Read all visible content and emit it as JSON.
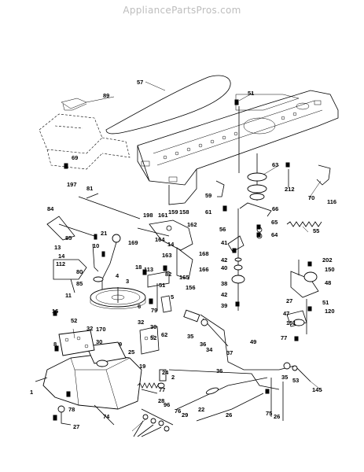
{
  "watermark": "AppliancePartsPros.com",
  "labels": [
    {
      "id": "89",
      "text": "89"
    },
    {
      "id": "57",
      "text": "57"
    },
    {
      "id": "51a",
      "text": "51"
    },
    {
      "id": "69",
      "text": "69"
    },
    {
      "id": "197",
      "text": "197"
    },
    {
      "id": "81",
      "text": "81"
    },
    {
      "id": "63",
      "text": "63"
    },
    {
      "id": "212",
      "text": "212"
    },
    {
      "id": "70",
      "text": "70"
    },
    {
      "id": "116",
      "text": "116"
    },
    {
      "id": "59",
      "text": "59"
    },
    {
      "id": "61",
      "text": "61"
    },
    {
      "id": "66",
      "text": "66"
    },
    {
      "id": "84",
      "text": "84"
    },
    {
      "id": "198",
      "text": "198"
    },
    {
      "id": "161",
      "text": "161"
    },
    {
      "id": "159",
      "text": "159"
    },
    {
      "id": "158",
      "text": "158"
    },
    {
      "id": "162",
      "text": "162"
    },
    {
      "id": "164",
      "text": "164"
    },
    {
      "id": "14a",
      "text": "14"
    },
    {
      "id": "56",
      "text": "56"
    },
    {
      "id": "65",
      "text": "65"
    },
    {
      "id": "64",
      "text": "64"
    },
    {
      "id": "55",
      "text": "55"
    },
    {
      "id": "85a",
      "text": "85"
    },
    {
      "id": "21",
      "text": "21"
    },
    {
      "id": "169",
      "text": "169"
    },
    {
      "id": "13",
      "text": "13"
    },
    {
      "id": "10",
      "text": "10"
    },
    {
      "id": "14b",
      "text": "14"
    },
    {
      "id": "112",
      "text": "112"
    },
    {
      "id": "80",
      "text": "80"
    },
    {
      "id": "85b",
      "text": "85"
    },
    {
      "id": "11",
      "text": "11"
    },
    {
      "id": "163",
      "text": "163"
    },
    {
      "id": "168",
      "text": "168"
    },
    {
      "id": "41",
      "text": "41"
    },
    {
      "id": "42a",
      "text": "42"
    },
    {
      "id": "40",
      "text": "40"
    },
    {
      "id": "165",
      "text": "165"
    },
    {
      "id": "166",
      "text": "166"
    },
    {
      "id": "113",
      "text": "113"
    },
    {
      "id": "18",
      "text": "18"
    },
    {
      "id": "4",
      "text": "4"
    },
    {
      "id": "82",
      "text": "82"
    },
    {
      "id": "156",
      "text": "156"
    },
    {
      "id": "38",
      "text": "38"
    },
    {
      "id": "42b",
      "text": "42"
    },
    {
      "id": "39",
      "text": "39"
    },
    {
      "id": "202",
      "text": "202"
    },
    {
      "id": "150",
      "text": "150"
    },
    {
      "id": "48",
      "text": "48"
    },
    {
      "id": "27a",
      "text": "27"
    },
    {
      "id": "3",
      "text": "3"
    },
    {
      "id": "6",
      "text": "6"
    },
    {
      "id": "51b",
      "text": "51"
    },
    {
      "id": "5",
      "text": "5"
    },
    {
      "id": "79",
      "text": "79"
    },
    {
      "id": "16",
      "text": "16"
    },
    {
      "id": "52a",
      "text": "52"
    },
    {
      "id": "32a",
      "text": "32"
    },
    {
      "id": "170",
      "text": "170"
    },
    {
      "id": "30a",
      "text": "30"
    },
    {
      "id": "32b",
      "text": "32"
    },
    {
      "id": "30b",
      "text": "30"
    },
    {
      "id": "52b",
      "text": "52"
    },
    {
      "id": "62",
      "text": "62"
    },
    {
      "id": "35a",
      "text": "35"
    },
    {
      "id": "36a",
      "text": "36"
    },
    {
      "id": "34",
      "text": "34"
    },
    {
      "id": "37",
      "text": "37"
    },
    {
      "id": "49",
      "text": "49"
    },
    {
      "id": "47",
      "text": "47"
    },
    {
      "id": "151",
      "text": "151"
    },
    {
      "id": "51c",
      "text": "51"
    },
    {
      "id": "120",
      "text": "120"
    },
    {
      "id": "77a",
      "text": "77"
    },
    {
      "id": "8",
      "text": "8"
    },
    {
      "id": "9",
      "text": "9"
    },
    {
      "id": "25",
      "text": "25"
    },
    {
      "id": "19",
      "text": "19"
    },
    {
      "id": "24",
      "text": "24"
    },
    {
      "id": "2",
      "text": "2"
    },
    {
      "id": "77b",
      "text": "77"
    },
    {
      "id": "28",
      "text": "28"
    },
    {
      "id": "36b",
      "text": "36"
    },
    {
      "id": "35b",
      "text": "35"
    },
    {
      "id": "53",
      "text": "53"
    },
    {
      "id": "145",
      "text": "145"
    },
    {
      "id": "1",
      "text": "1"
    },
    {
      "id": "74",
      "text": "74"
    },
    {
      "id": "96",
      "text": "96"
    },
    {
      "id": "78",
      "text": "78"
    },
    {
      "id": "76",
      "text": "76"
    },
    {
      "id": "29",
      "text": "29"
    },
    {
      "id": "22",
      "text": "22"
    },
    {
      "id": "26a",
      "text": "26"
    },
    {
      "id": "27b",
      "text": "27"
    },
    {
      "id": "26b",
      "text": "26"
    },
    {
      "id": "75",
      "text": "75"
    }
  ]
}
